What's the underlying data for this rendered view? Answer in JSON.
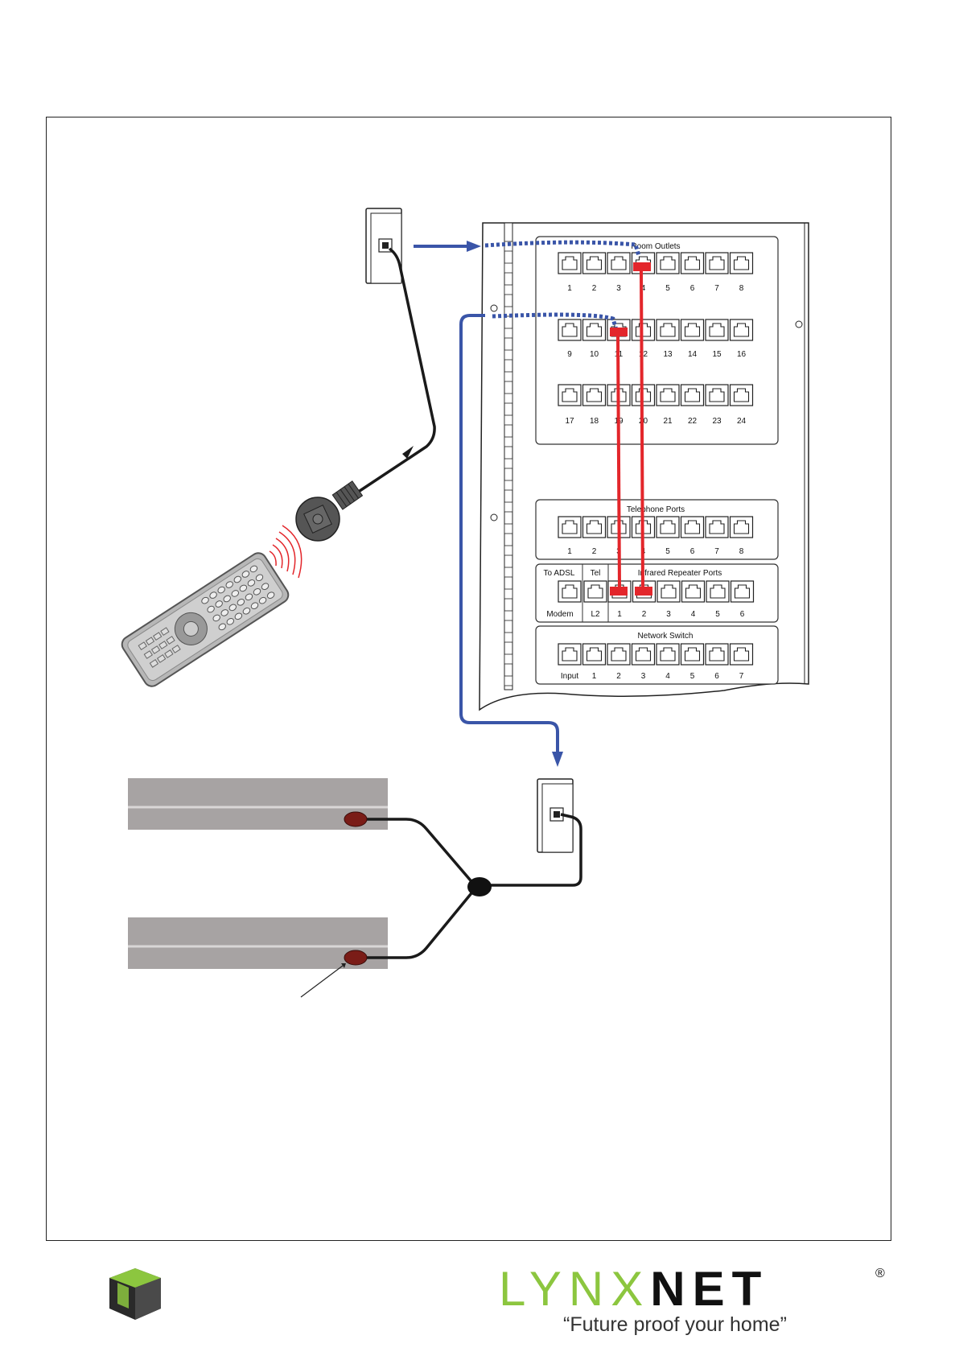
{
  "patch_panel": {
    "room_outlets": {
      "title": "Room Outlets",
      "row1": [
        "1",
        "2",
        "3",
        "4",
        "5",
        "6",
        "7",
        "8"
      ],
      "row2": [
        "9",
        "10",
        "11",
        "12",
        "13",
        "14",
        "15",
        "16"
      ],
      "row3": [
        "17",
        "18",
        "19",
        "20",
        "21",
        "22",
        "23",
        "24"
      ]
    },
    "telephone_ports": {
      "title": "Telephone Ports",
      "ports": [
        "1",
        "2",
        "3",
        "4",
        "5",
        "6",
        "7",
        "8"
      ]
    },
    "adsl_tel": {
      "to_adsl": "To ADSL",
      "tel": "Tel",
      "modem": "Modem",
      "l2": "L2"
    },
    "infrared_repeater_ports": {
      "title": "Infrared Repeater Ports",
      "ports": [
        "1",
        "2",
        "3",
        "4",
        "5",
        "6"
      ]
    },
    "network_switch": {
      "title": "Network Switch",
      "ports": [
        "Input",
        "1",
        "2",
        "3",
        "4",
        "5",
        "6",
        "7"
      ]
    }
  },
  "colors": {
    "blue_cable": "#3a55a8",
    "red_patch": "#e3262b",
    "black_cable": "#1a1a1a",
    "av_device": "#a7a3a3",
    "ir_emitter": "#7a1c17",
    "brand_green": "#8cc63f"
  },
  "brand": {
    "name_part1": "LYNX",
    "name_part2": "NET",
    "registered": "®",
    "tagline": "“Future proof your home”"
  },
  "icons": {
    "remote": "remote-control-icon",
    "ir_receiver": "ir-receiver-icon",
    "wall_plate": "wall-outlet-icon",
    "logo": "lynxnet-cube-logo-icon"
  }
}
